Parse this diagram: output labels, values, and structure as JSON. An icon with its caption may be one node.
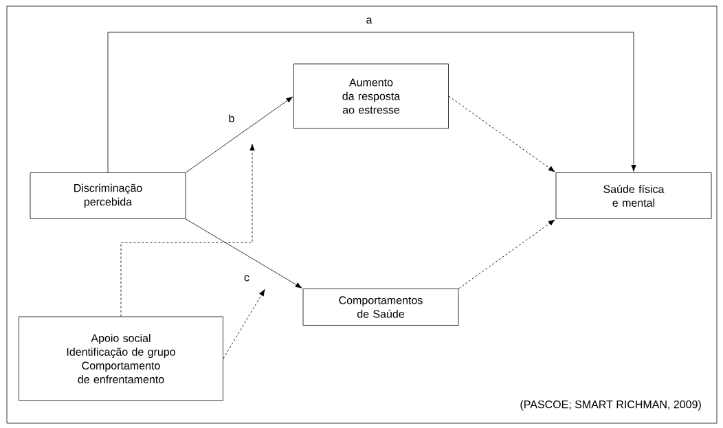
{
  "diagram": {
    "nodes": [
      {
        "text": [
          "Aumento da resposta ao estresse"
        ]
      },
      {
        "text": [
          "Discriminação percebida"
        ]
      },
      {
        "text": [
          "Saúde física e mental"
        ]
      },
      {
        "text": [
          "Comportamentos de Saúde"
        ]
      },
      {
        "text": [
          "Apoio social",
          "Identificação de grupo",
          "Comportamento de enfrentamento"
        ]
      }
    ],
    "edges": [
      {
        "from": 1,
        "to": 2,
        "arrow": "to",
        "label": "a"
      },
      {
        "from": 1,
        "to": 0,
        "arrow": "to",
        "label": "b"
      },
      {
        "from": 1,
        "to": 3,
        "arrow": "to",
        "label": "c"
      },
      {
        "from": 0,
        "to": 2,
        "arrow": "to",
        "style": "dashed"
      },
      {
        "from": 3,
        "to": 2,
        "arrow": "to",
        "style": "dashed"
      },
      {
        "from": 4,
        "to": null,
        "arrow": "to",
        "style": "dashed"
      },
      {
        "from": 4,
        "to": null,
        "arrow": "to",
        "style": "dashed"
      }
    ],
    "labels": [
      "(PASCOE; SMART RICHMAN, 2009)"
    ]
  }
}
